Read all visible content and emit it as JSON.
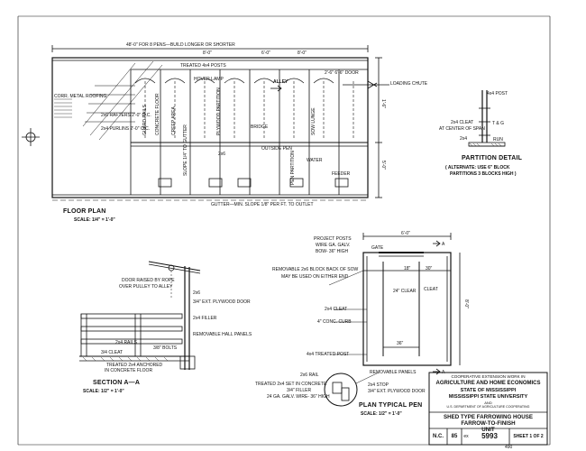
{
  "floor_plan": {
    "title": "FLOOR PLAN",
    "scale": "SCALE: 1/4\" = 1'-0\"",
    "top_dim": "48'-0\" FOR 8 PENS—BUILD LONGER OR SHORTER",
    "dim_a": "8'-0\"",
    "dim_b": "6'-0\"",
    "dim_c": "8'-0\"",
    "dim_d": "2'-6\" 6'-6\" DOOR",
    "dim_right_1": "1'-6\"",
    "dim_right_2": "5'-0\"",
    "treated_posts": "TREATED 4x4 POSTS",
    "alley": "ALLEY",
    "loading_chute": "LOADING CHUTE",
    "corr_metal_roofing": "CORR. METAL ROOFING",
    "rafters": "2x6 RAFTERS 2'-0\" O.C.",
    "purlins": "2x4 PURLINS 2'-0\" O.C.",
    "guard_rails": "GUARD RAILS",
    "hover_lamp": "HOVER LAMP",
    "creep_area": "CREEP AREA",
    "concrete_floor": "CONCRETE FLOOR",
    "plywood_partition": "PLYWOOD PARTITION",
    "slope": "SLOPE 1/4\" TO GUTTER",
    "outside_pen": "OUTSIDE PEN",
    "bridge": "BRIDGE",
    "two_by_6": "2x6",
    "sow_lunge": "SOW LUNGE",
    "pen_partition": "PEN PARTITION",
    "feeder_label": "FEEDER",
    "water": "WATER",
    "feeder": "FEEDER",
    "gutter": "GUTTER—MIN. SLOPE 1/8\" PER FT. TO OUTLET"
  },
  "partition_detail": {
    "title": "PARTITION DETAIL",
    "note1": "( ALTERNATE: USE 6\" BLOCK",
    "note2": "PARTITIONS 3 BLOCKS HIGH )",
    "post": "4x4 POST",
    "cleat": "2x4 CLEAT",
    "center": "AT CENTER OF SPAN",
    "tng": "T & G",
    "two_x_4": "2x4",
    "run": "RUN"
  },
  "section": {
    "title": "SECTION A—A",
    "scale": "SCALE: 1/2\" = 1'-0\"",
    "door_raised": "DOOR RAISED BY ROPE",
    "over_pulley": "OVER PULLEY TO ALLEY",
    "l1": "2x6",
    "l2": "3/4\" EXT. PLYWOOD DOOR",
    "l3": "2x4 FILLER",
    "l4": "REMOVABLE HALL PANELS",
    "rails": "2x4 RAILS",
    "bolts": "3/8\" BOLTS",
    "cleat": "3/4 CLEAT",
    "anchored": "TREATED 2x4 ANCHORED",
    "in_concrete": "IN CONCRETE FLOOR"
  },
  "plan_pen": {
    "title": "PLAN TYPICAL PEN",
    "scale": "SCALE: 1/2\" = 1'-0\"",
    "dim_top": "6'-0\"",
    "dim_side": "8'-0\"",
    "project_posts": "PROJECT POSTS",
    "wire": "WIRE GA. GALV.",
    "wire2": "BOW- 36\" HIGH",
    "gate": "GATE",
    "removable": "REMOVABLE 2x6 BLOCK BACK OF SOW",
    "may_be_used": "MAY BE USED ON EITHER END",
    "clear_18": "18\"",
    "clear_24": "24\" CLEAR",
    "cleat_label": "2x4 CLEAT",
    "conc_curb": "4\" CONC. CURB",
    "treated_post": "4x4 TREATED POST",
    "removable_panels": "REMOVABLE PANELS",
    "rail": "2x6 RAIL",
    "set_concrete": "TREATED 2x4 SET IN CONCRETE",
    "filler": "3/4\" FILLER",
    "wire_ga": "24 GA. GALV. WIRE- 36\" HIGH",
    "stop": "2x4 STOP",
    "plywood_door": "3/4\" EXT. PLYWOOD DOOR",
    "clear_3": "CLEAT",
    "dim_36": "36\"",
    "dim_30": "30\""
  },
  "title_block": {
    "line1": "COOPERATIVE EXTENSION WORK IN",
    "line2": "AGRICULTURE AND HOME ECONOMICS",
    "line3": "STATE OF MISSISSIPPI",
    "line4": "MISSISSIPPI STATE UNIVERSITY",
    "line5": "AND",
    "line6": "U.S. DEPARTMENT OF AGRICULTURE COOPERATING",
    "plan_title1": "SHED TYPE FARROWING HOUSE",
    "plan_title2": "FARROW-TO-FINISH",
    "plan_title3": "UNIT",
    "state": "N.C.",
    "number1": "85",
    "number_prefix": "ex",
    "plan_number": "5993",
    "sheet": "SHEET 1 OF 2"
  },
  "markers": {
    "arrow_a": "A",
    "arrow_a2": "A",
    "stamp": "490"
  },
  "colors": {
    "ink": "#111111",
    "paper": "#ffffff"
  }
}
